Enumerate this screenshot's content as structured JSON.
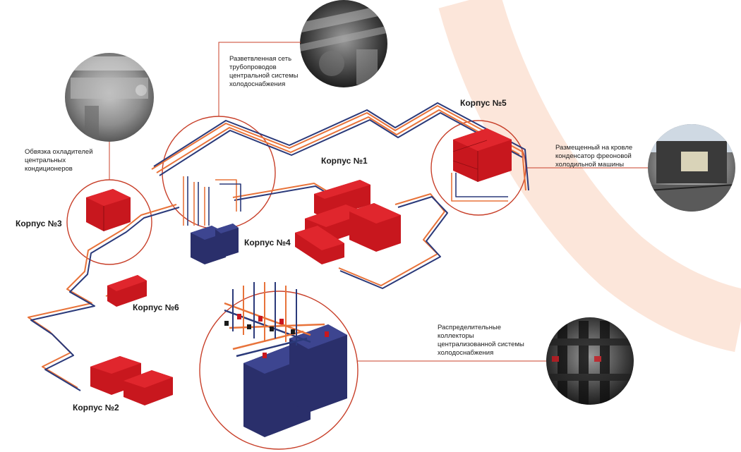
{
  "buildings": {
    "b1": "Корпус №1",
    "b2": "Корпус №2",
    "b3": "Корпус №3",
    "b4": "Корпус №4",
    "b5": "Корпус №5",
    "b6": "Корпус №6"
  },
  "callouts": {
    "pipe_network": "Разветвленная сеть\nтрубопроводов\nцентральной системы\nхолодоснабжения",
    "cooler_piping": "Обвязка охладителей\nцентральных\nкондиционеров",
    "roof_condenser": "Размещенный на кровле\nконденсатор фреоновой\nхолодильной машины",
    "collectors": "Распределительные\nколлекторы\nцентрализованной системы\nхолодоснабжения"
  },
  "colors": {
    "building_red": "#c8171e",
    "tank_blue": "#2a2f6b",
    "pipe_orange": "#e8733a",
    "pipe_navy": "#2b3a7a",
    "callout_line": "#c8402a",
    "decor_peach": "#fbe3d6"
  }
}
